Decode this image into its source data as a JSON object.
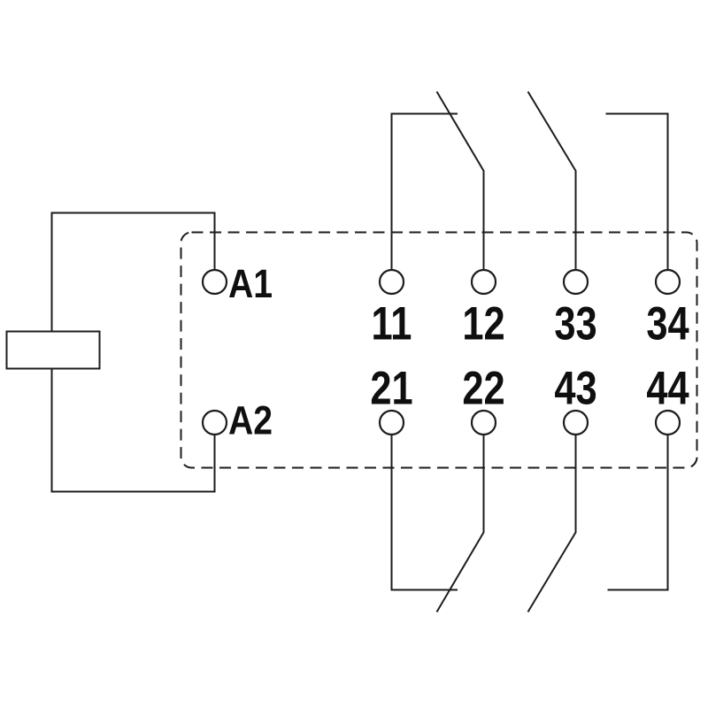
{
  "colors": {
    "background": "#ffffff",
    "line": "#1d1d1d",
    "text": "#0f0f0f"
  },
  "coil": {
    "a1": "A1",
    "a2": "A2"
  },
  "contacts": {
    "top_row": [
      "11",
      "12",
      "33",
      "34"
    ],
    "bottom_row": [
      "21",
      "22",
      "43",
      "44"
    ]
  }
}
